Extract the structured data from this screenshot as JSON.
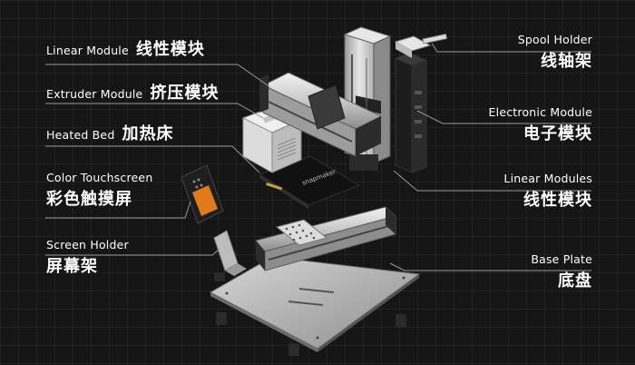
{
  "labels": {
    "linear_module": {
      "en": "Linear Module",
      "zh": "线性模块"
    },
    "extruder_module": {
      "en": "Extruder Module",
      "zh": "挤压模块"
    },
    "heated_bed": {
      "en": "Heated Bed",
      "zh": "加热床"
    },
    "color_touchscreen": {
      "en": "Color Touchscreen",
      "zh": "彩色触摸屏"
    },
    "screen_holder": {
      "en": "Screen Holder",
      "zh": "屏幕架"
    },
    "spool_holder": {
      "en": "Spool Holder",
      "zh": "线轴架"
    },
    "electronic_module": {
      "en": "Electronic Module",
      "zh": "电子模块"
    },
    "linear_modules": {
      "en": "Linear Modules",
      "zh": "线性模块"
    },
    "base_plate": {
      "en": "Base Plate",
      "zh": "底盘"
    }
  },
  "brand": {
    "bed_mark": "snapmaker"
  },
  "colors": {
    "background": "#151515",
    "leader_line": "#9a9a9a",
    "text": "#ffffff"
  }
}
